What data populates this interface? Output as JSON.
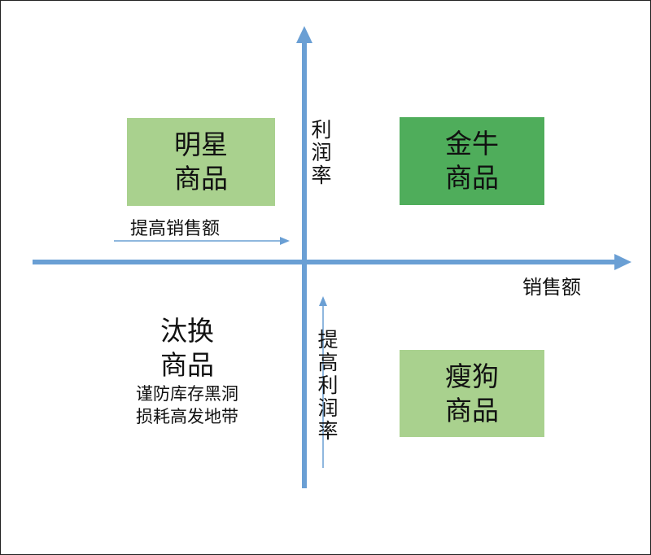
{
  "axes": {
    "y_label": "利润率",
    "x_label": "销售额",
    "color": "#6a9fd4"
  },
  "quadrants": {
    "star": {
      "line1": "明星",
      "line2": "商品",
      "color": "#a9d18e"
    },
    "cash_cow": {
      "line1": "金牛",
      "line2": "商品",
      "color": "#4fad5b"
    },
    "dog": {
      "line1": "瘦狗",
      "line2": "商品",
      "color": "#a9d18e"
    },
    "eliminate": {
      "line1": "汰换",
      "line2": "商品",
      "note1": "谨防库存黑洞",
      "note2": "损耗高发地带"
    }
  },
  "arrows": {
    "increase_sales": "提高销售额",
    "increase_profit": "提高利润率"
  }
}
